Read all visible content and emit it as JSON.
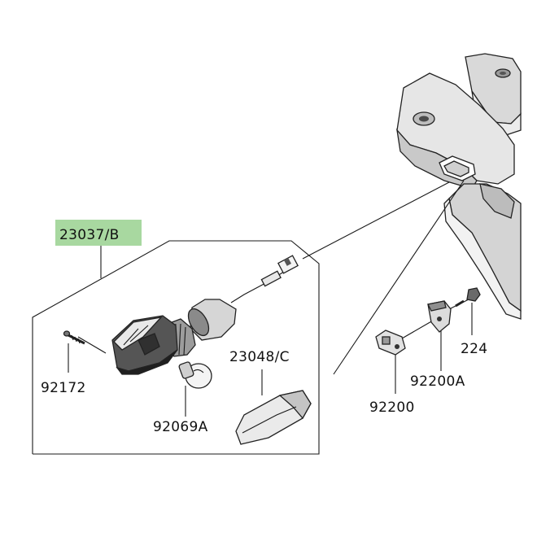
{
  "diagram": {
    "highlight_color": "#a8d8a0",
    "labels": {
      "assembly": "23037/B",
      "screw": "92172",
      "bulb": "92069A",
      "lens": "23048/C",
      "bolt": "224",
      "bracket": "92200A",
      "plate": "92200"
    }
  }
}
